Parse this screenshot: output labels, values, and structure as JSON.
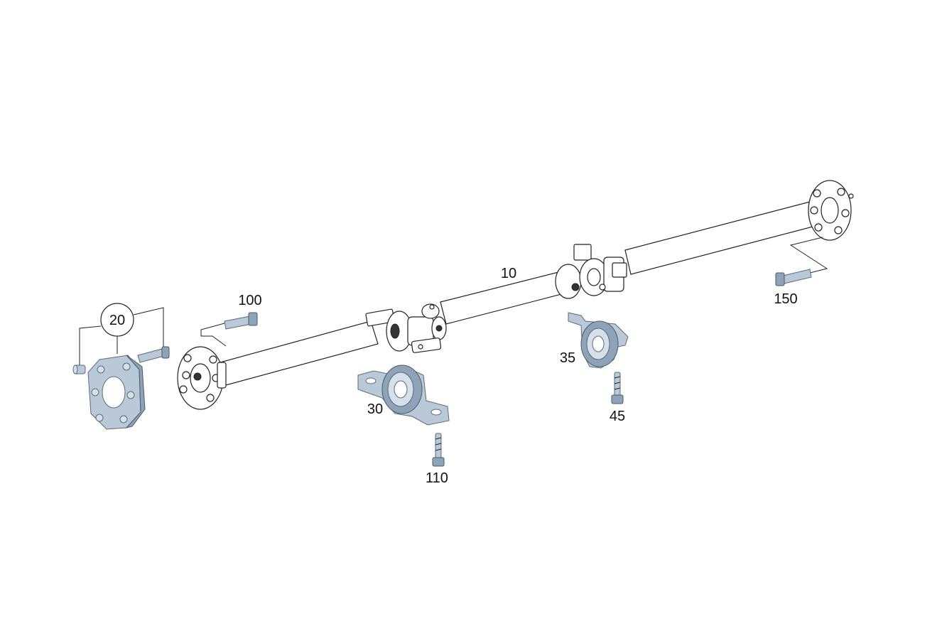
{
  "diagram": {
    "callouts": {
      "c10": "10",
      "c20": "20",
      "c30": "30",
      "c35": "35",
      "c45": "45",
      "c100": "100",
      "c110": "110",
      "c150": "150"
    },
    "colors": {
      "part_fill": "#b9c9d8",
      "part_stroke": "#5a6b7a",
      "line": "#222222",
      "background": "#ffffff"
    }
  }
}
